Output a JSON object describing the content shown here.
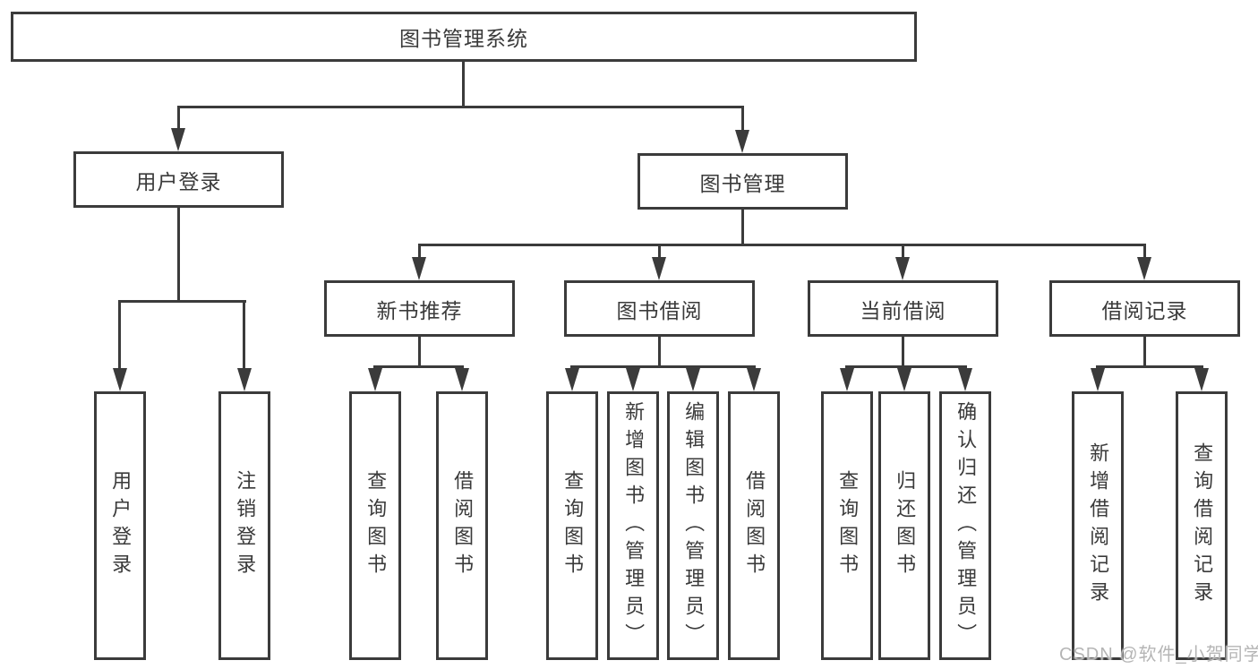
{
  "diagram": {
    "root": "图书管理系统",
    "login": {
      "label": "用户登录",
      "children": [
        "用户登录",
        "注销登录"
      ]
    },
    "management": {
      "label": "图书管理"
    },
    "groups": [
      {
        "label": "新书推荐",
        "children": [
          "查询图书",
          "借阅图书"
        ]
      },
      {
        "label": "图书借阅",
        "children": [
          "查询图书",
          "新增图书（管理员）",
          "编辑图书（管理员）",
          "借阅图书"
        ]
      },
      {
        "label": "当前借阅",
        "children": [
          "查询图书",
          "归还图书",
          "确认归还（管理员）"
        ]
      },
      {
        "label": "借阅记录",
        "children": [
          "新增借阅记录",
          "查询借阅记录"
        ]
      }
    ]
  },
  "watermark": {
    "text": "CSDN @软件_小贺同学"
  },
  "colors": {
    "line": "#3b3b3b",
    "text": "#3a3a3a",
    "watermark": "#b5b5b5",
    "background": "#ffffff"
  }
}
